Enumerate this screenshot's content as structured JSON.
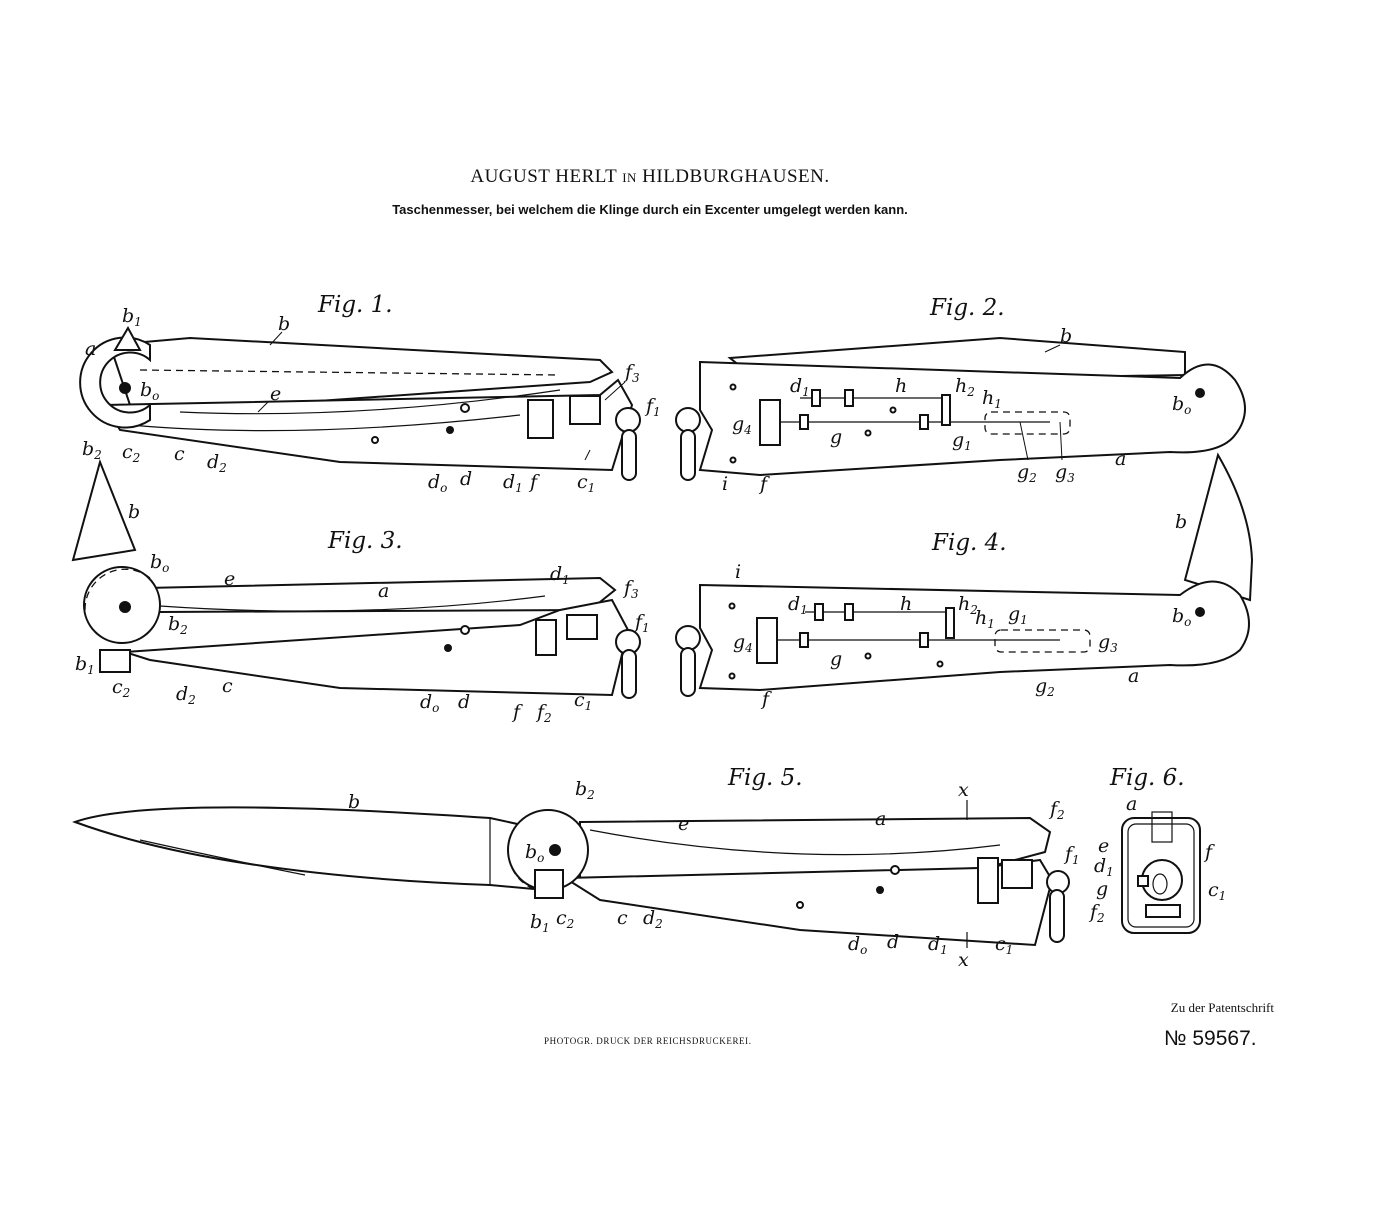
{
  "header": {
    "name_before": "AUGUST HERLT ",
    "name_in": "IN",
    "name_after": " HILDBURGHAUSEN.",
    "subtitle": "Taschenmesser, bei welchem die Klinge durch ein Excenter umgelegt werden kann."
  },
  "figures": {
    "fig1": "Fig. 1.",
    "fig2": "Fig. 2.",
    "fig3": "Fig. 3.",
    "fig4": "Fig. 4.",
    "fig5": "Fig. 5.",
    "fig6": "Fig. 6."
  },
  "letters": {
    "a": "a",
    "b": "b",
    "c": "c",
    "d": "d",
    "e": "e",
    "f": "f",
    "g": "g",
    "h": "h",
    "i": "i",
    "x": "x"
  },
  "footer": {
    "right_label": "Zu der Patentschrift",
    "patent_number": "№ 59567.",
    "printer": "PHOTOGR. DRUCK DER REICHSDRUCKEREI."
  }
}
